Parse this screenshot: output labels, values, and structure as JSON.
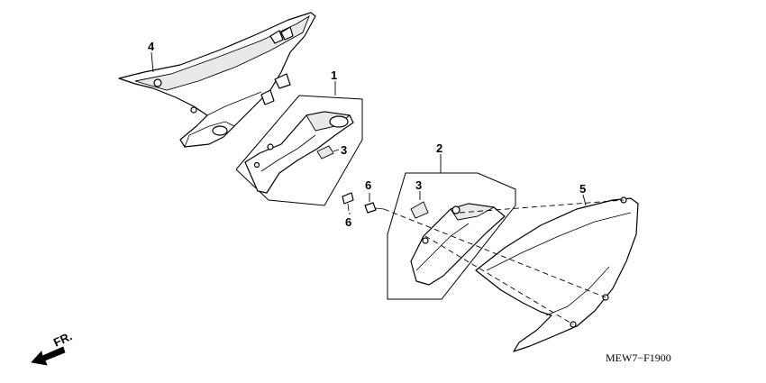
{
  "callouts": {
    "c1": "1",
    "c2": "2",
    "c3a": "3",
    "c3b": "3",
    "c4": "4",
    "c5": "5",
    "c6a": "6",
    "c6b": "6"
  },
  "direction_label": "FR.",
  "diagram_code": "MEW7−F1900"
}
